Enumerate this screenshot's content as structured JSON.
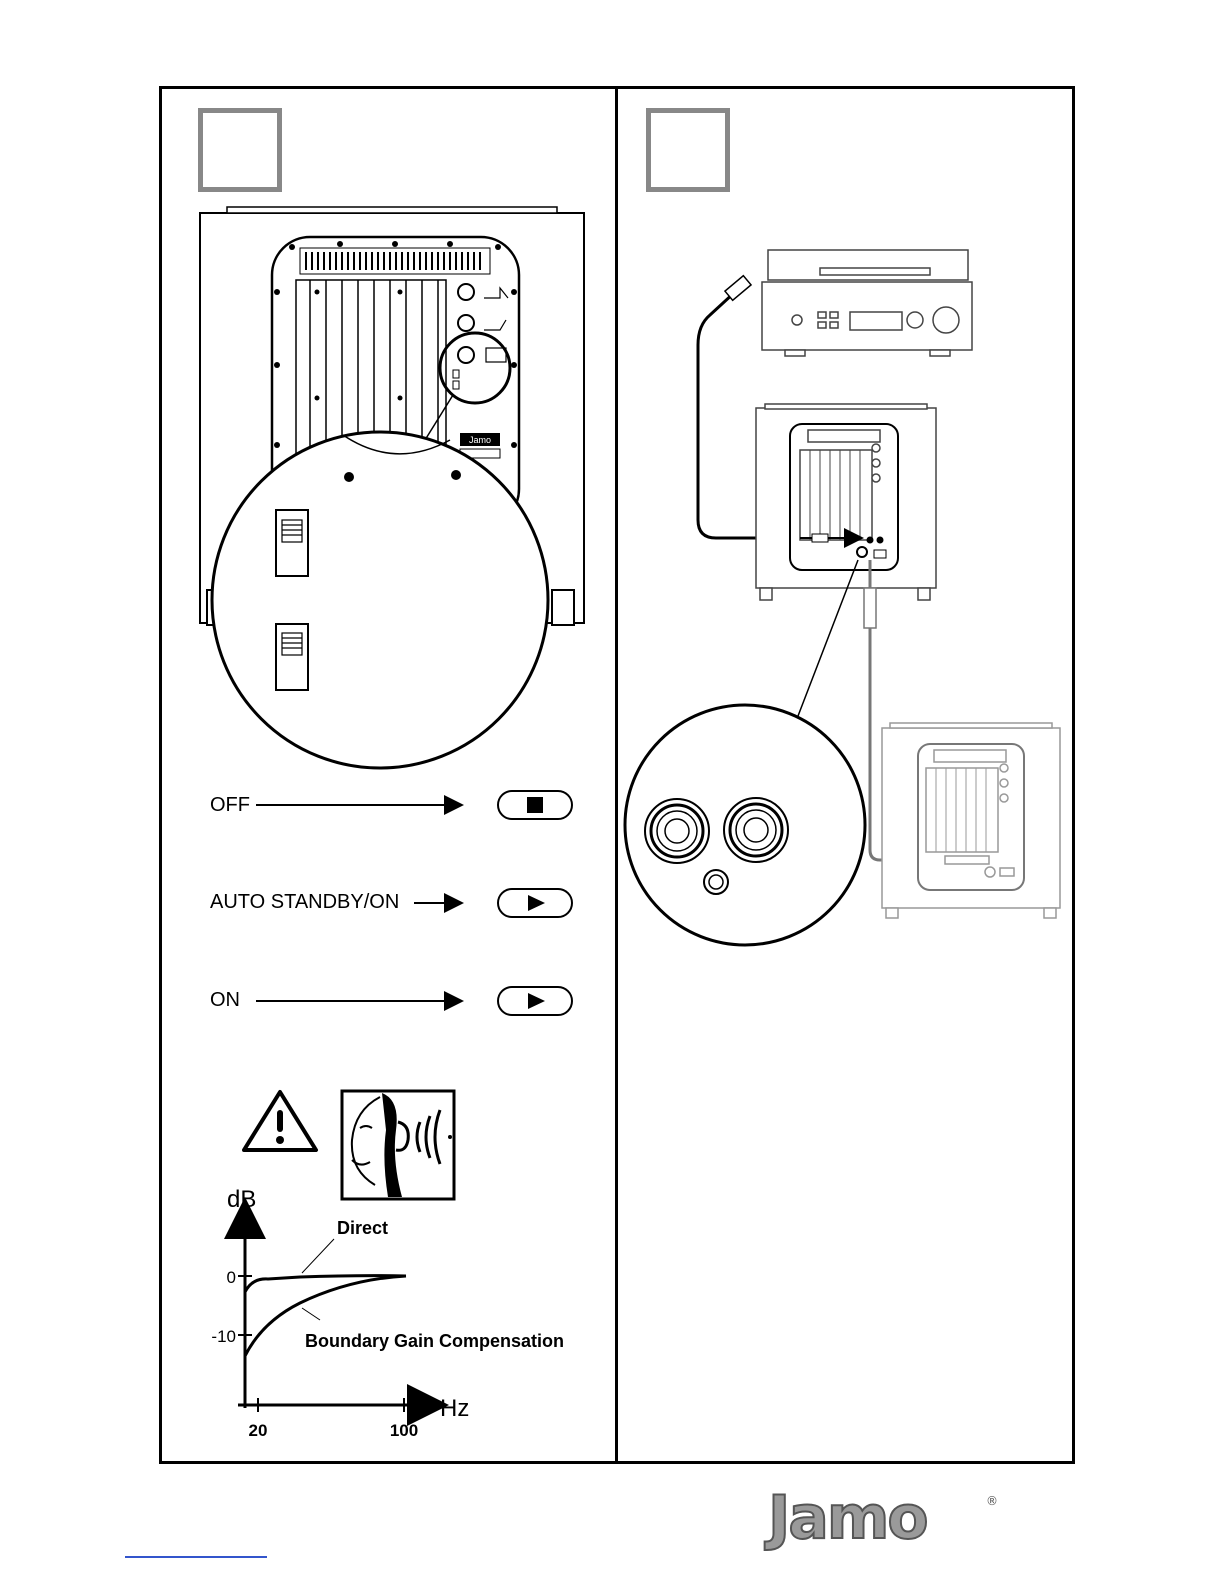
{
  "switch_modes": [
    {
      "label": "OFF",
      "symbol": "stop"
    },
    {
      "label": "AUTO STANDBY/ON",
      "symbol": "play"
    },
    {
      "label": "ON",
      "symbol": "play"
    }
  ],
  "graph": {
    "y_axis_label": "dB",
    "x_axis_label": "Hz",
    "y_ticks": [
      "0",
      "-10"
    ],
    "x_ticks": [
      "20",
      "100"
    ],
    "curve_direct_label": "Direct",
    "curve_bgc_label": "Boundary Gain Compensation"
  },
  "panel_badge": "Jamo",
  "brand": {
    "name": "Jamo",
    "mark": "®"
  }
}
